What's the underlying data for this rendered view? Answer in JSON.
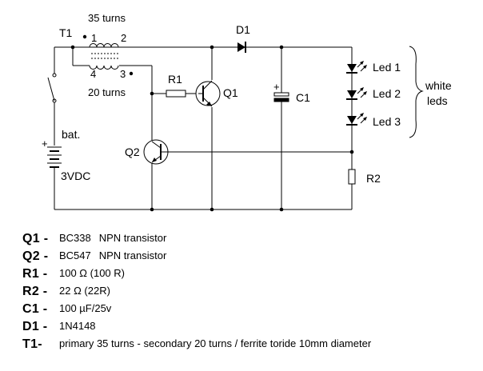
{
  "schematic": {
    "t1_label": "T1",
    "turns_primary": "35 turns",
    "turns_secondary": "20 turns",
    "pin1": "1",
    "pin2": "2",
    "pin3": "3",
    "pin4": "4",
    "d1_label": "D1",
    "r1_label": "R1",
    "q1_label": "Q1",
    "q2_label": "Q2",
    "c1_label": "C1",
    "r2_label": "R2",
    "bat_label": "bat.",
    "bat_voltage": "3VDC",
    "led1": "Led 1",
    "led2": "Led 2",
    "led3": "Led 3",
    "white": "white",
    "leds": "leds"
  },
  "parts": [
    {
      "designator": "Q1 -",
      "value": "BC338",
      "description": "NPN transistor"
    },
    {
      "designator": "Q2 -",
      "value": "BC547",
      "description": "NPN transistor"
    },
    {
      "designator": "R1 -",
      "value": "100 Ω   (100 R)",
      "description": ""
    },
    {
      "designator": "R2 -",
      "value": "22 Ω    (22R)",
      "description": ""
    },
    {
      "designator": "C1 -",
      "value": "100 µF/25v",
      "description": ""
    },
    {
      "designator": "D1 -",
      "value": "1N4148",
      "description": ""
    },
    {
      "designator": "T1-",
      "value": "primary 35 turns - secondary 20 turns / ferrite toride 10mm diameter",
      "description": ""
    }
  ]
}
